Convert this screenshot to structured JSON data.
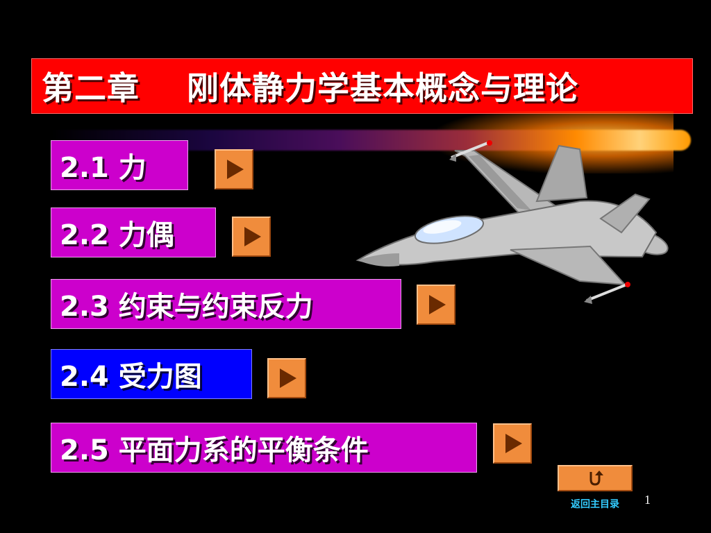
{
  "title": "第二章    刚体静力学基本概念与理论",
  "menu": [
    {
      "label": "2.1 力"
    },
    {
      "label": "2.2 力偶"
    },
    {
      "label": "2.3 约束与约束反力"
    },
    {
      "label": "2.4 受力图"
    },
    {
      "label": "2.5 平面力系的平衡条件"
    }
  ],
  "return_label": "返回主目录",
  "page_number": "1",
  "colors": {
    "background": "#000000",
    "title_bg": "#ff0000",
    "menu_bg": "#cc00cc",
    "menu_active_bg": "#0000ff",
    "button_bg": "#f08c3c",
    "return_label": "#33ccff"
  },
  "icons": [
    "play-arrow-icon",
    "return-u-turn-icon",
    "fighter-jet-image"
  ]
}
